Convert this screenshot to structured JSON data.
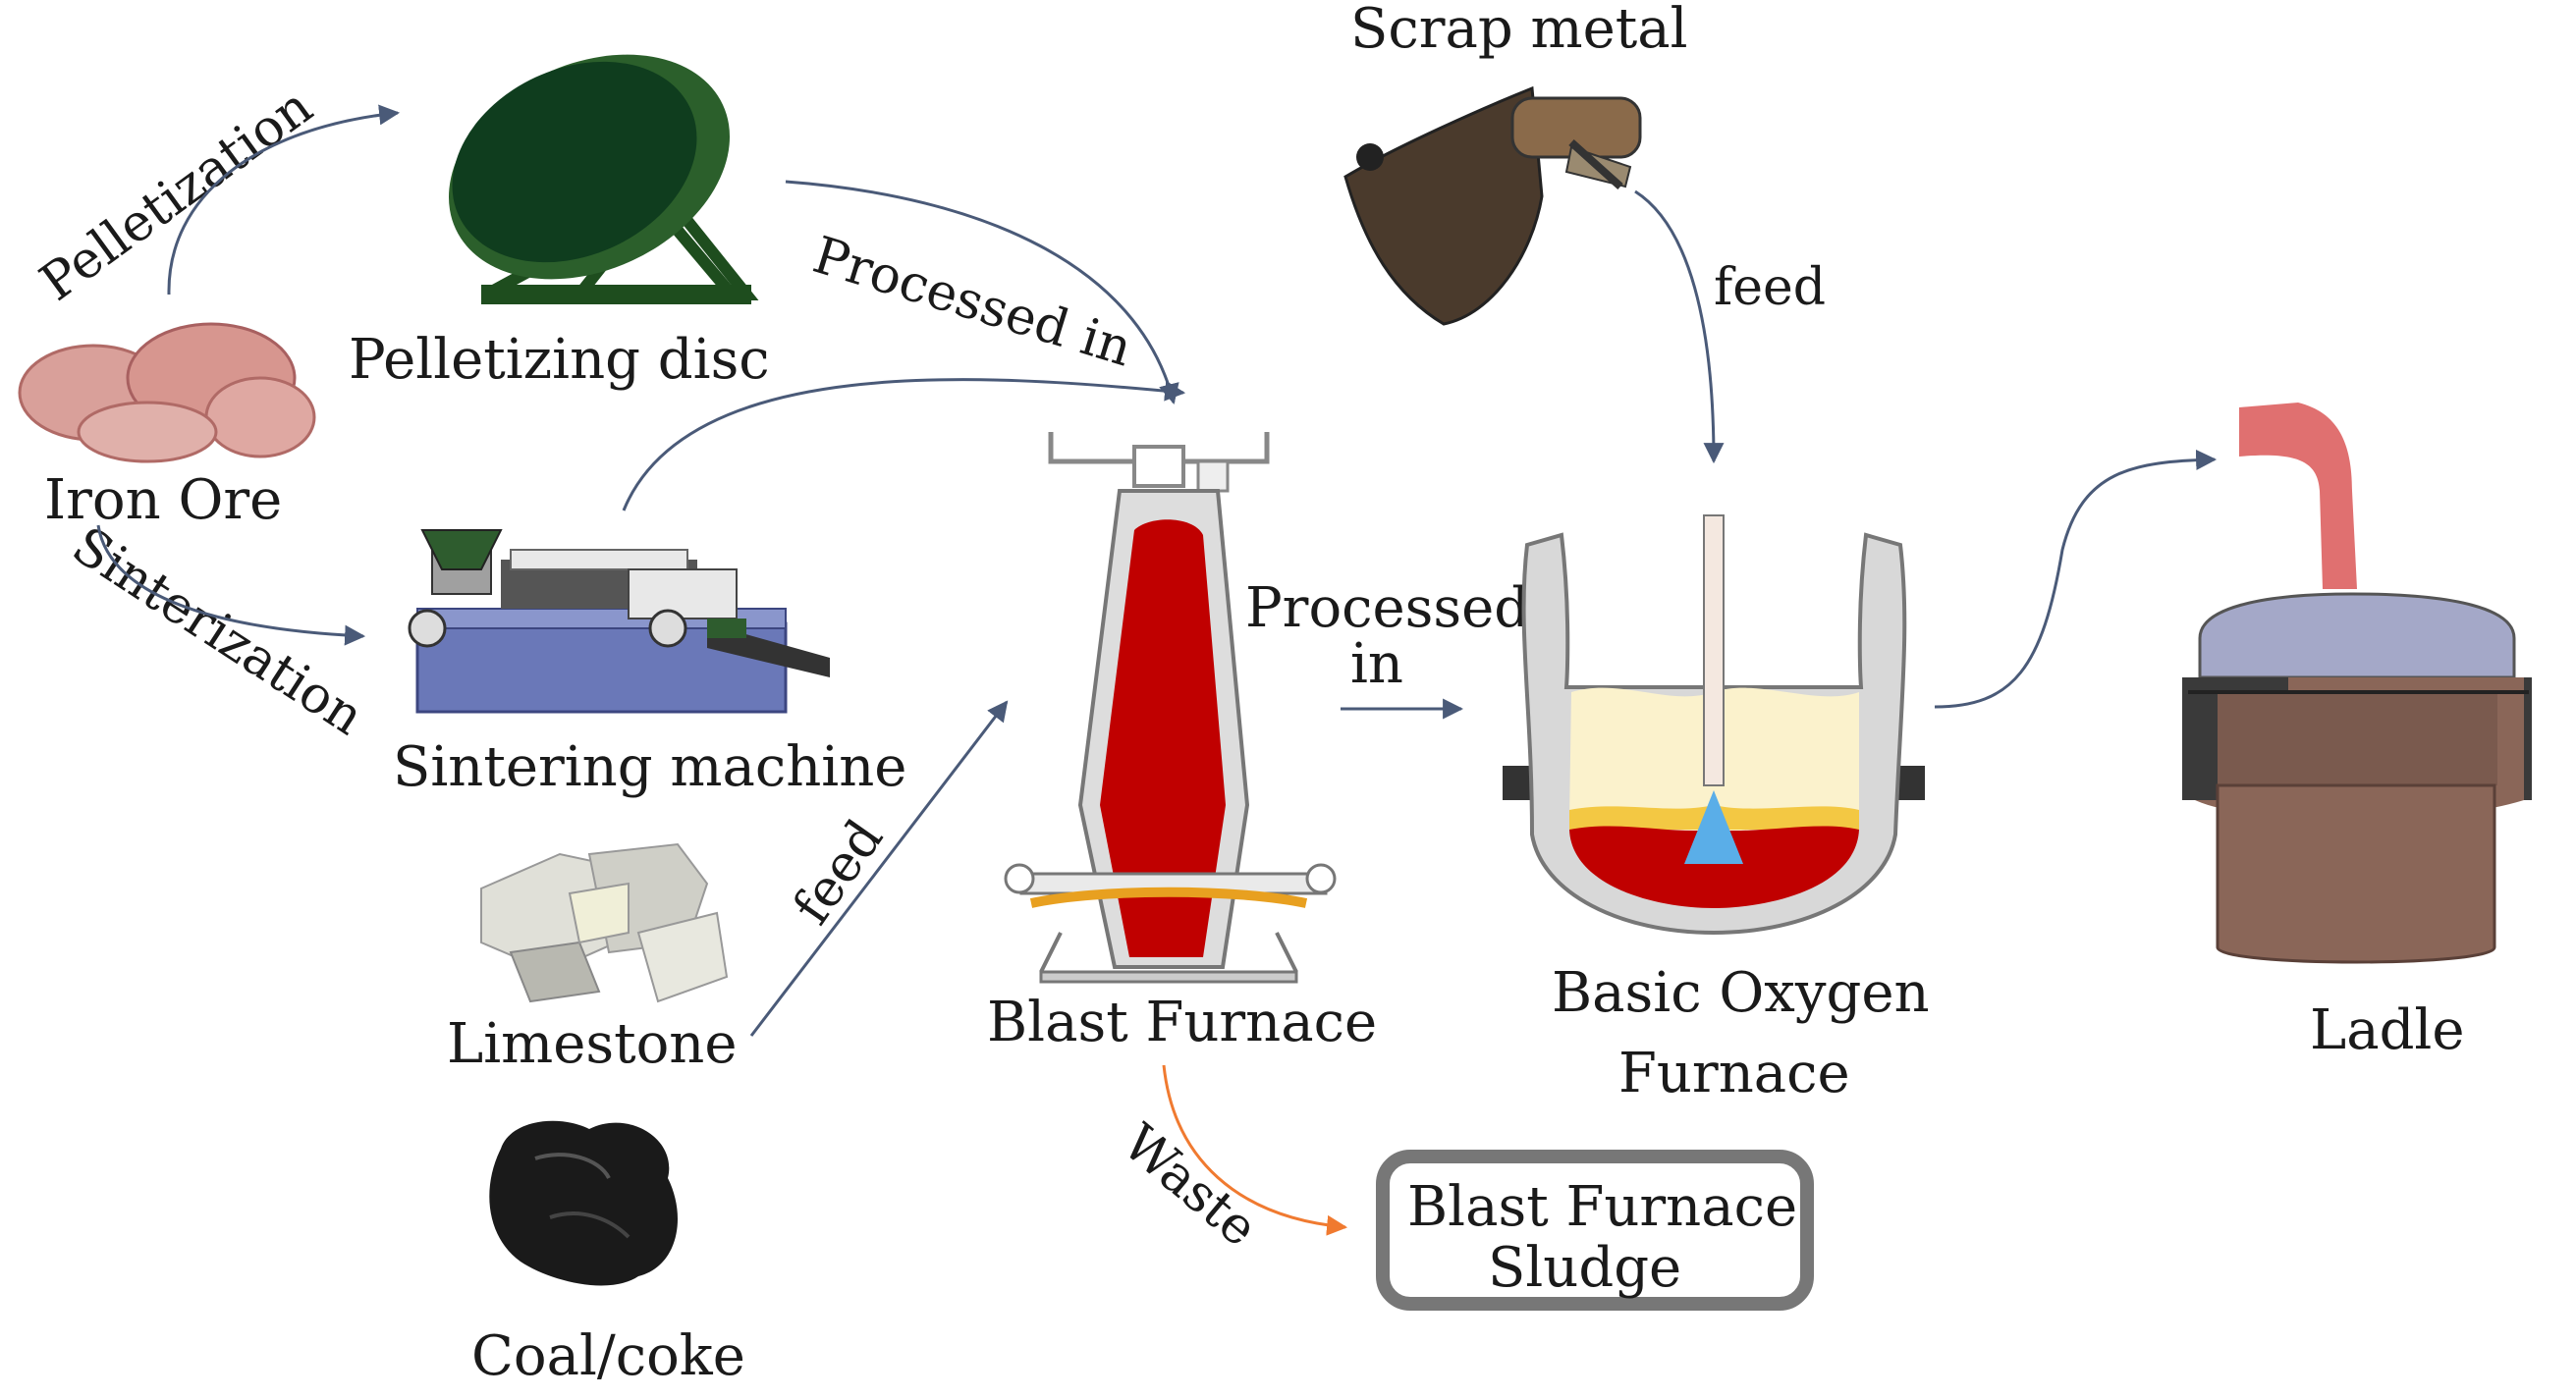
{
  "labels": {
    "iron_ore": "Iron Ore",
    "pelletization": "Pelletization",
    "pelletizing_disc": "Pelletizing disc",
    "sinterization": "Sinterization",
    "sintering_machine": "Sintering machine",
    "limestone": "Limestone",
    "coal_coke": "Coal/coke",
    "feed_limestone": "feed",
    "processed_in_top": "Processed in",
    "blast_furnace": "Blast Furnace",
    "processed_in_mid_1": "Processed",
    "processed_in_mid_2": "in",
    "waste": "Waste",
    "sludge_1": "Blast Furnace",
    "sludge_2": "Sludge",
    "scrap_metal": "Scrap metal",
    "feed_scrap": "feed",
    "bof_1": "Basic Oxygen",
    "bof_2": "Furnace",
    "ladle": "Ladle"
  },
  "colors": {
    "arrow": "#4a5a78",
    "waste_arrow": "#f07a30",
    "molten_iron": "#c00000",
    "disc_green": "#1e4d1e",
    "sinter_blue": "#6a78b8",
    "ladle_brown": "#8a6658",
    "oxygen_blue": "#5aaee8"
  }
}
